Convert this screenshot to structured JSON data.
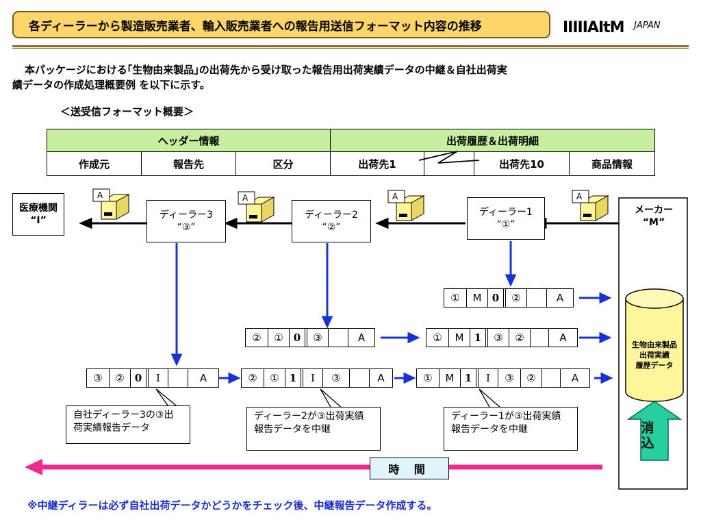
{
  "title": "各ディーラーから製造販売業者、輸入販売業者への報告用送信フォーマット内容の推移",
  "logo": {
    "brand": "IIIIIAItM",
    "region": "JAPAN"
  },
  "intro_line1": "本パッケージにおける｢生物由来製品｣の出荷先から受け取った報告用出荷実績データの中継＆自社出荷実",
  "intro_line2": "績データの作成処理概要例 を以下に示す。",
  "format_heading": "＜送受信フォーマット概要＞",
  "format_table": {
    "group_headers": [
      "ヘッダー情報",
      "出荷履歴＆出荷明細"
    ],
    "columns": [
      "作成元",
      "報告先",
      "区分",
      "出荷先1",
      "",
      "出荷先10",
      "商品情報"
    ]
  },
  "entities": {
    "medical": {
      "name": "医療機関",
      "code": "“I”"
    },
    "dealer3": {
      "name": "ディーラー3",
      "code": "“③”"
    },
    "dealer2": {
      "name": "ディーラー2",
      "code": "“②”"
    },
    "dealer1": {
      "name": "ディーラー1",
      "code": "“①”"
    },
    "maker": {
      "name": "メーカー",
      "code": "“M”"
    }
  },
  "package_label": "A",
  "sequences": {
    "d1_out": [
      "①",
      "M",
      "0",
      "②",
      "",
      "A"
    ],
    "d2_out": [
      "②",
      "①",
      "0",
      "③",
      "",
      "A"
    ],
    "d2_relay": [
      "①",
      "M",
      "1",
      "③",
      "②",
      "",
      "A"
    ],
    "d3_out": [
      "③",
      "②",
      "0",
      "I",
      "",
      "A"
    ],
    "d3_relay2": [
      "②",
      "①",
      "1",
      "I",
      "③",
      "",
      "A"
    ],
    "d3_relay1": [
      "①",
      "M",
      "1",
      "I",
      "③",
      "②",
      "",
      "A"
    ]
  },
  "callouts": {
    "c1": "自社ディーラー3の③出荷実績報告データ",
    "c2": "ディーラー2が③出荷実績報告データを中継",
    "c3": "ディーラー1が③出荷実績報告データを中継"
  },
  "database": {
    "line1": "生物由来製品",
    "line2": "出荷実績",
    "line3": "履歴データ"
  },
  "consume_label": {
    "line1": "消",
    "line2": "込"
  },
  "time_label": "時 間",
  "note": "※中継ディラーは必ず自社出荷データかどうかをチェック後、中継報告データ作成する。",
  "colors": {
    "title_bg": "#fdd56a",
    "header_green": "#c6f0a0",
    "blue_arrow": "#1733d8",
    "pink_arrow": "#ee2a8c",
    "db_yellow": "#fff59a",
    "up_arrow": "#27cfa0",
    "note_blue": "#1a2bd4"
  }
}
